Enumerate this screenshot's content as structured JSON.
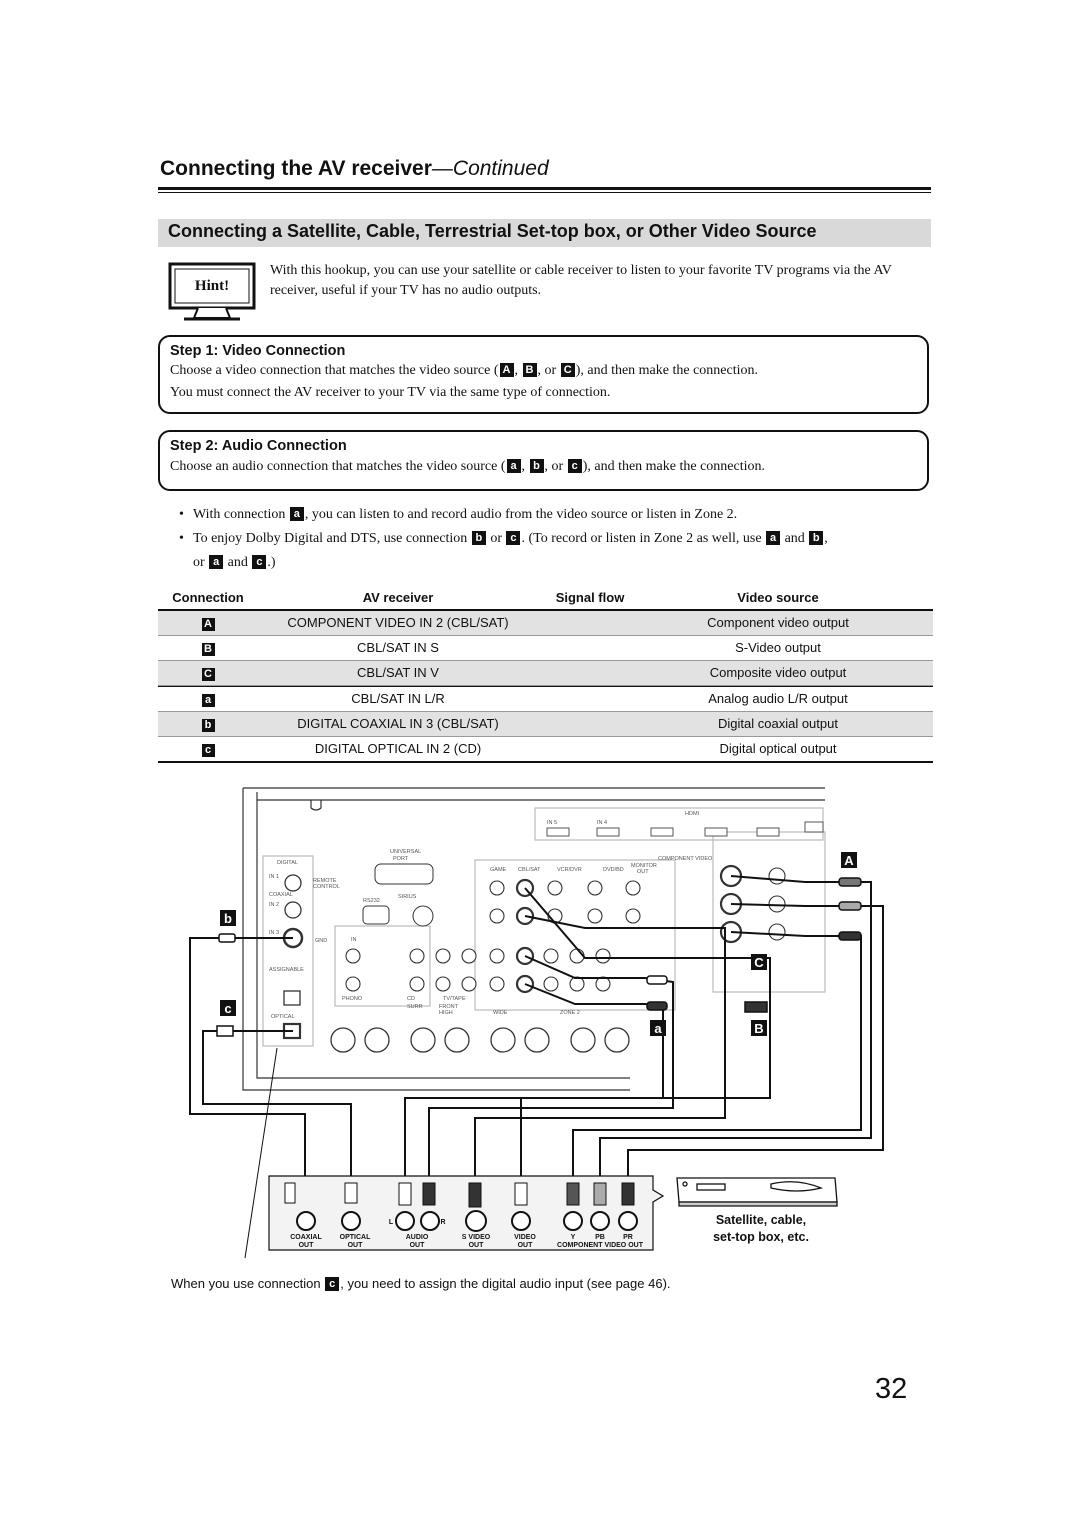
{
  "header": {
    "title": "Connecting the AV receiver",
    "title_cont": "—Continued"
  },
  "section": {
    "title": "Connecting a Satellite, Cable, Terrestrial Set-top box, or Other Video Source"
  },
  "hint": {
    "label": "Hint!",
    "text": "With this hookup, you can use your satellite or cable receiver to listen to your favorite TV programs via the AV receiver, useful if your TV has no audio outputs."
  },
  "step1": {
    "title": "Step 1: Video Connection",
    "line1_pre": "Choose a video connection that matches the video source (",
    "badges": [
      "A",
      "B",
      "C"
    ],
    "line1_sep1": ", ",
    "line1_sep2": ", or ",
    "line1_post": "), and then make the connection.",
    "line2": "You must connect the AV receiver to your TV via the same type of connection."
  },
  "step2": {
    "title": "Step 2: Audio Connection",
    "line1_pre": "Choose an audio connection that matches the video source (",
    "badges": [
      "a",
      "b",
      "c"
    ],
    "line1_sep1": ", ",
    "line1_sep2": ", or ",
    "line1_post": "), and then make the connection."
  },
  "bullets": {
    "b1_pre": "With connection ",
    "b1_badge": "a",
    "b1_post": ", you can listen to and record audio from the video source or listen in Zone 2.",
    "b2_pre": "To enjoy Dolby Digital and DTS, use connection ",
    "b2_badge1": "b",
    "b2_or": " or ",
    "b2_badge2": "c",
    "b2_mid": ". (To record or listen in Zone 2 as well, use ",
    "b2_badge3": "a",
    "b2_and": " and ",
    "b2_badge4": "b",
    "b2_comma": ",",
    "b2_or2": "or ",
    "b2_badge5": "a",
    "b2_and2": " and ",
    "b2_badge6": "c",
    "b2_end": ".)"
  },
  "table": {
    "headers": [
      "Connection",
      "AV receiver",
      "Signal flow",
      "Video source"
    ],
    "rows": [
      {
        "badge": "A",
        "receiver": "COMPONENT VIDEO IN 2 (CBL/SAT)",
        "source": "Component video output"
      },
      {
        "badge": "B",
        "receiver": "CBL/SAT IN S",
        "source": "S-Video output"
      },
      {
        "badge": "C",
        "receiver": "CBL/SAT IN V",
        "source": "Composite video output"
      },
      {
        "badge": "a",
        "receiver": "CBL/SAT IN L/R",
        "source": "Analog audio L/R output"
      },
      {
        "badge": "b",
        "receiver": "DIGITAL COAXIAL IN 3 (CBL/SAT)",
        "source": "Digital coaxial output"
      },
      {
        "badge": "c",
        "receiver": "DIGITAL OPTICAL IN 2 (CD)",
        "source": "Digital optical output"
      }
    ]
  },
  "diagram": {
    "callouts": [
      "A",
      "b",
      "C",
      "c",
      "a",
      "B"
    ],
    "device_caption_1": "Satellite, cable,",
    "device_caption_2": "set-top box, etc.",
    "outputs": {
      "coaxial": [
        "COAXIAL",
        "OUT"
      ],
      "optical": [
        "OPTICAL",
        "OUT"
      ],
      "audio": [
        "AUDIO",
        "OUT"
      ],
      "svideo": [
        "S VIDEO",
        "OUT"
      ],
      "video": [
        "VIDEO",
        "OUT"
      ],
      "component": [
        "Y",
        "PB",
        "PR",
        "COMPONENT VIDEO OUT"
      ],
      "lr": [
        "L",
        "R"
      ]
    },
    "panel_labels": [
      "HDMI",
      "DIGITAL",
      "COAXIAL",
      "OPTICAL",
      "ASSIGNABLE",
      "UNIVERSAL",
      "PORT",
      "RS232",
      "SIRIUS",
      "GND",
      "PHONO",
      "CD",
      "TV/TAPE",
      "GAME",
      "CBL/SAT",
      "VCR/DVR",
      "DVD/BD",
      "MONITOR",
      "OUT",
      "COMPONENT VIDEO",
      "IN",
      "IN 1",
      "IN 2",
      "IN 3",
      "IN 4",
      "IN 5",
      "REMOTE",
      "CONTROL",
      "SURR",
      "FRONT",
      "HIGH",
      "WIDE",
      "ZONE 2"
    ]
  },
  "footnote": {
    "pre": "When you use connection ",
    "badge": "c",
    "post": ", you need to assign the digital audio input (see page 46)."
  },
  "page_number": "32"
}
